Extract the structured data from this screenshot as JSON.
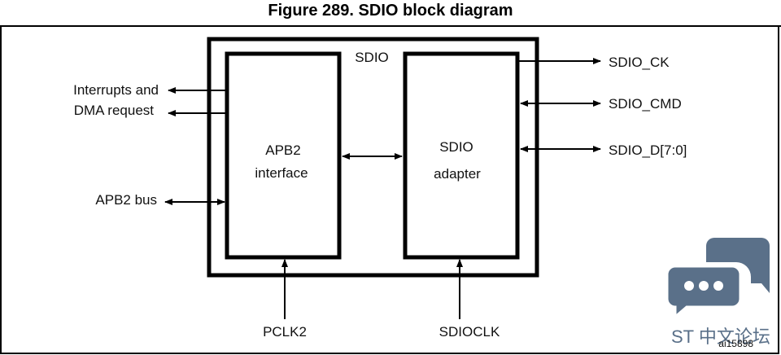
{
  "figure": {
    "title": "Figure 289. SDIO block diagram",
    "figure_id": "ai15898"
  },
  "blocks": {
    "outer": {
      "label": "SDIO"
    },
    "apb2_interface": {
      "line1": "APB2",
      "line2": "interface"
    },
    "sdio_adapter": {
      "line1": "SDIO",
      "line2": "adapter"
    }
  },
  "signals": {
    "interrupts_line1": "Interrupts and",
    "interrupts_line2": "DMA request",
    "apb2_bus": "APB2 bus",
    "pclk2": "PCLK2",
    "sdioclk": "SDIOCLK",
    "sdio_ck": "SDIO_CK",
    "sdio_cmd": "SDIO_CMD",
    "sdio_d": "SDIO_D[7:0]"
  },
  "watermark": {
    "text": "ST 中文论坛",
    "color": "#5a7089"
  }
}
